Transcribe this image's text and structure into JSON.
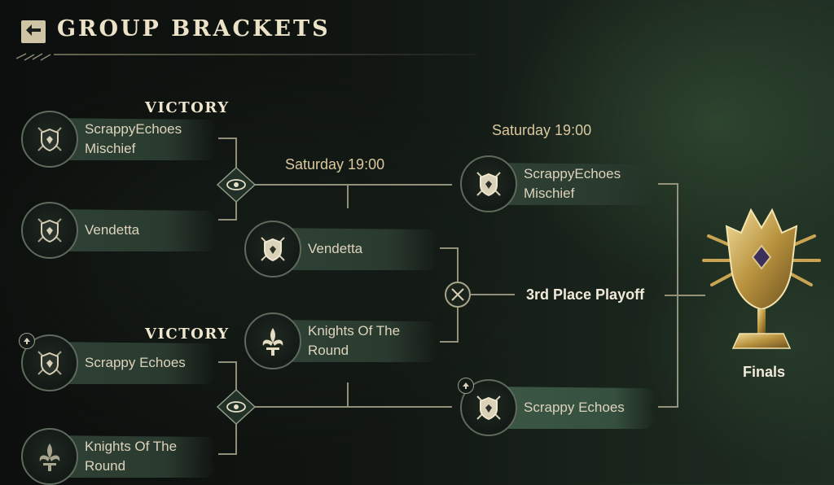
{
  "header": {
    "back_icon": "back-arrow-icon",
    "title": "GROUP BRACKETS"
  },
  "bracket": {
    "upper_group": {
      "victory_label": "VICTORY",
      "team_a": {
        "name": "ScrappyEchoes Mischief",
        "emblem": "shield-swords-icon"
      },
      "team_b": {
        "name": "Vendetta",
        "emblem": "shield-swords-icon"
      },
      "match_icon": "eye-icon"
    },
    "lower_group": {
      "victory_label": "VICTORY",
      "team_a": {
        "name": "Scrappy Echoes",
        "emblem": "shield-swords-icon",
        "badge": "up-arrow-badge-icon"
      },
      "team_b": {
        "name": "Knights Of The Round",
        "emblem": "fleur-de-lis-icon"
      },
      "match_icon": "eye-icon"
    },
    "semifinal_time": "Saturday 19:00",
    "third_place": {
      "team_a": {
        "name": "Vendetta",
        "emblem": "shield-swords-icon"
      },
      "team_b": {
        "name": "Knights Of The Round",
        "emblem": "fleur-de-lis-icon"
      },
      "match_icon": "crossed-swords-icon",
      "label": "3rd Place Playoff"
    },
    "finals": {
      "time": "Saturday 19:00",
      "team_a": {
        "name": "ScrappyEchoes Mischief",
        "emblem": "shield-swords-icon"
      },
      "team_b": {
        "name": "Scrappy Echoes",
        "emblem": "shield-swords-icon",
        "badge": "up-arrow-badge-icon"
      },
      "trophy_icon": "trophy-icon",
      "label": "Finals"
    }
  },
  "colors": {
    "accent_gold": "#d9c89f",
    "text_light": "#ece2c8",
    "banner_green": "#2f4236",
    "line_color": "#a8a48c"
  }
}
